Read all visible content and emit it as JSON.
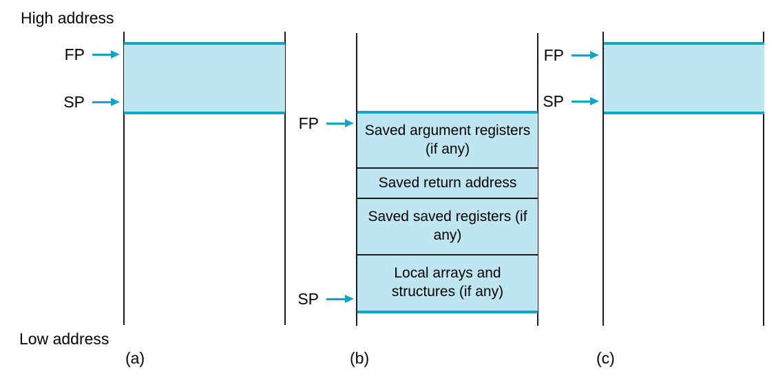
{
  "colors": {
    "accent": "#0ea5c6",
    "fill": "#bfe5f0",
    "rail": "#1a1a1a",
    "text": "#000000"
  },
  "diagram": {
    "high_address": "High address",
    "low_address": "Low address",
    "fp": "FP",
    "sp": "SP",
    "captions": {
      "a": "(a)",
      "b": "(b)",
      "c": "(c)"
    },
    "frame_slots": {
      "s0": "Saved argument registers (if any)",
      "s1": "Saved return address",
      "s2": "Saved saved registers (if any)",
      "s3": "Local arrays and structures (if any)"
    }
  }
}
